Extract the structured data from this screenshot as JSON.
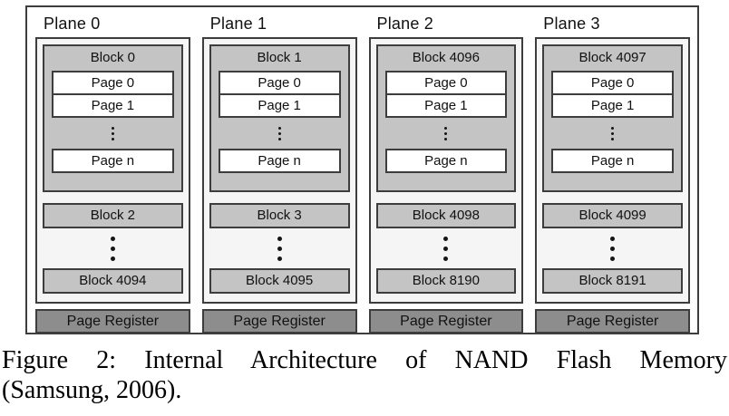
{
  "colors": {
    "border": "#3d3d3d",
    "block_fill": "#c4c4c4",
    "container_fill": "#f5f5f5",
    "register_fill": "#8d8d8d"
  },
  "planes": [
    {
      "label": "Plane 0",
      "block_top": "Block 0",
      "page0": "Page 0",
      "page1": "Page 1",
      "page_n": "Page n",
      "block_mid": "Block 2",
      "block_last": "Block 4094",
      "register": "Page Register"
    },
    {
      "label": "Plane 1",
      "block_top": "Block 1",
      "page0": "Page 0",
      "page1": "Page 1",
      "page_n": "Page n",
      "block_mid": "Block 3",
      "block_last": "Block 4095",
      "register": "Page Register"
    },
    {
      "label": "Plane 2",
      "block_top": "Block 4096",
      "page0": "Page 0",
      "page1": "Page 1",
      "page_n": "Page n",
      "block_mid": "Block 4098",
      "block_last": "Block 8190",
      "register": "Page Register"
    },
    {
      "label": "Plane 3",
      "block_top": "Block 4097",
      "page0": "Page 0",
      "page1": "Page 1",
      "page_n": "Page n",
      "block_mid": "Block 4099",
      "block_last": "Block 8191",
      "register": "Page Register"
    }
  ],
  "caption": {
    "line1": "Figure 2: Internal Architecture of NAND Flash Memory",
    "line2": "(Samsung, 2006)."
  }
}
